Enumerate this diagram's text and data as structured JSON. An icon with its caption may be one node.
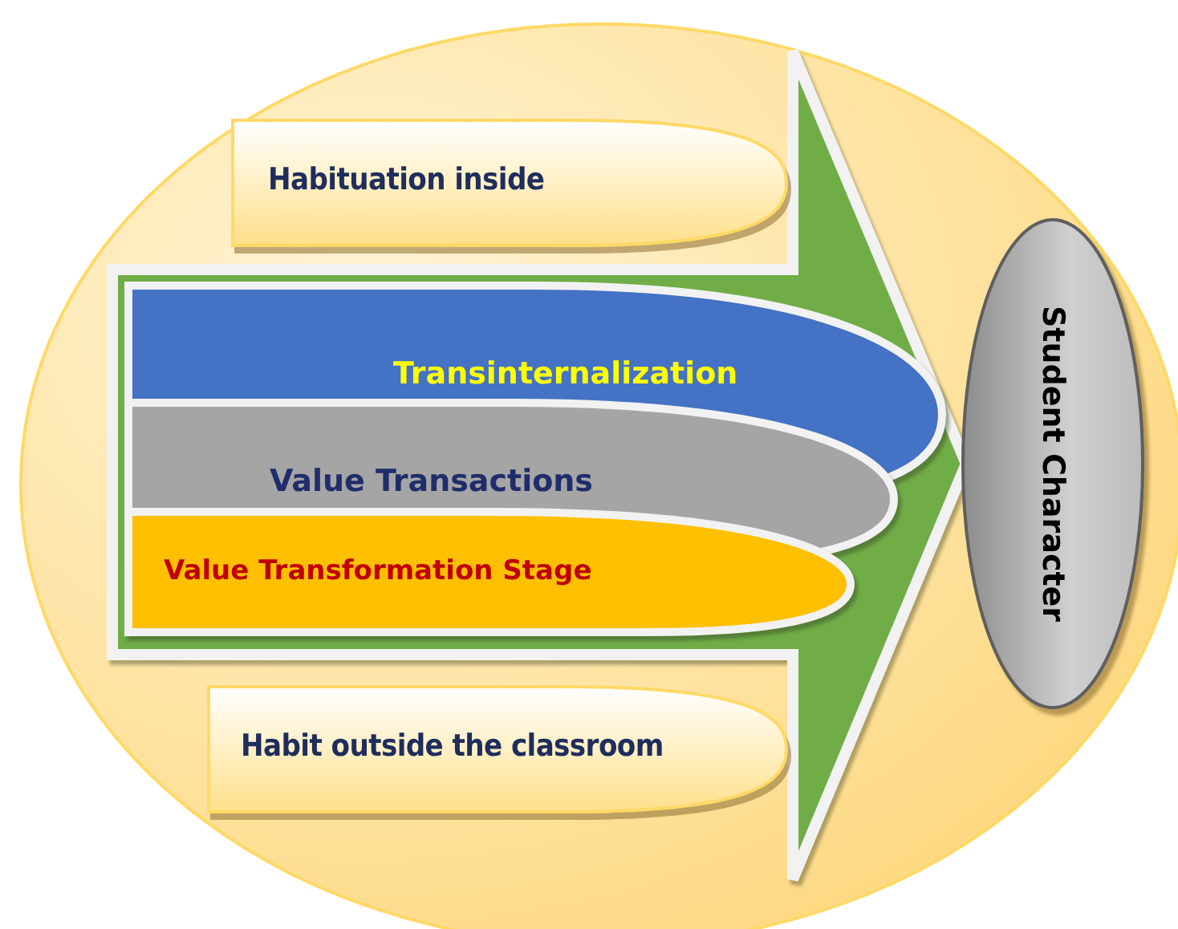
{
  "diagram": {
    "nodes": [
      {
        "text": [
          "Habituation inside"
        ]
      },
      {
        "text": [
          "Transinternalization"
        ]
      },
      {
        "text": [
          "Value Transactions"
        ]
      },
      {
        "text": [
          "Value Transformation Stage"
        ]
      },
      {
        "text": [
          "Habit outside the classroom"
        ]
      },
      {
        "text": [
          "Student Character"
        ]
      }
    ],
    "edges": [
      {
        "from": 1,
        "to": 5,
        "arrow": "to"
      },
      {
        "from": 2,
        "to": 5,
        "arrow": "to"
      },
      {
        "from": 3,
        "to": 5,
        "arrow": "to"
      }
    ]
  }
}
